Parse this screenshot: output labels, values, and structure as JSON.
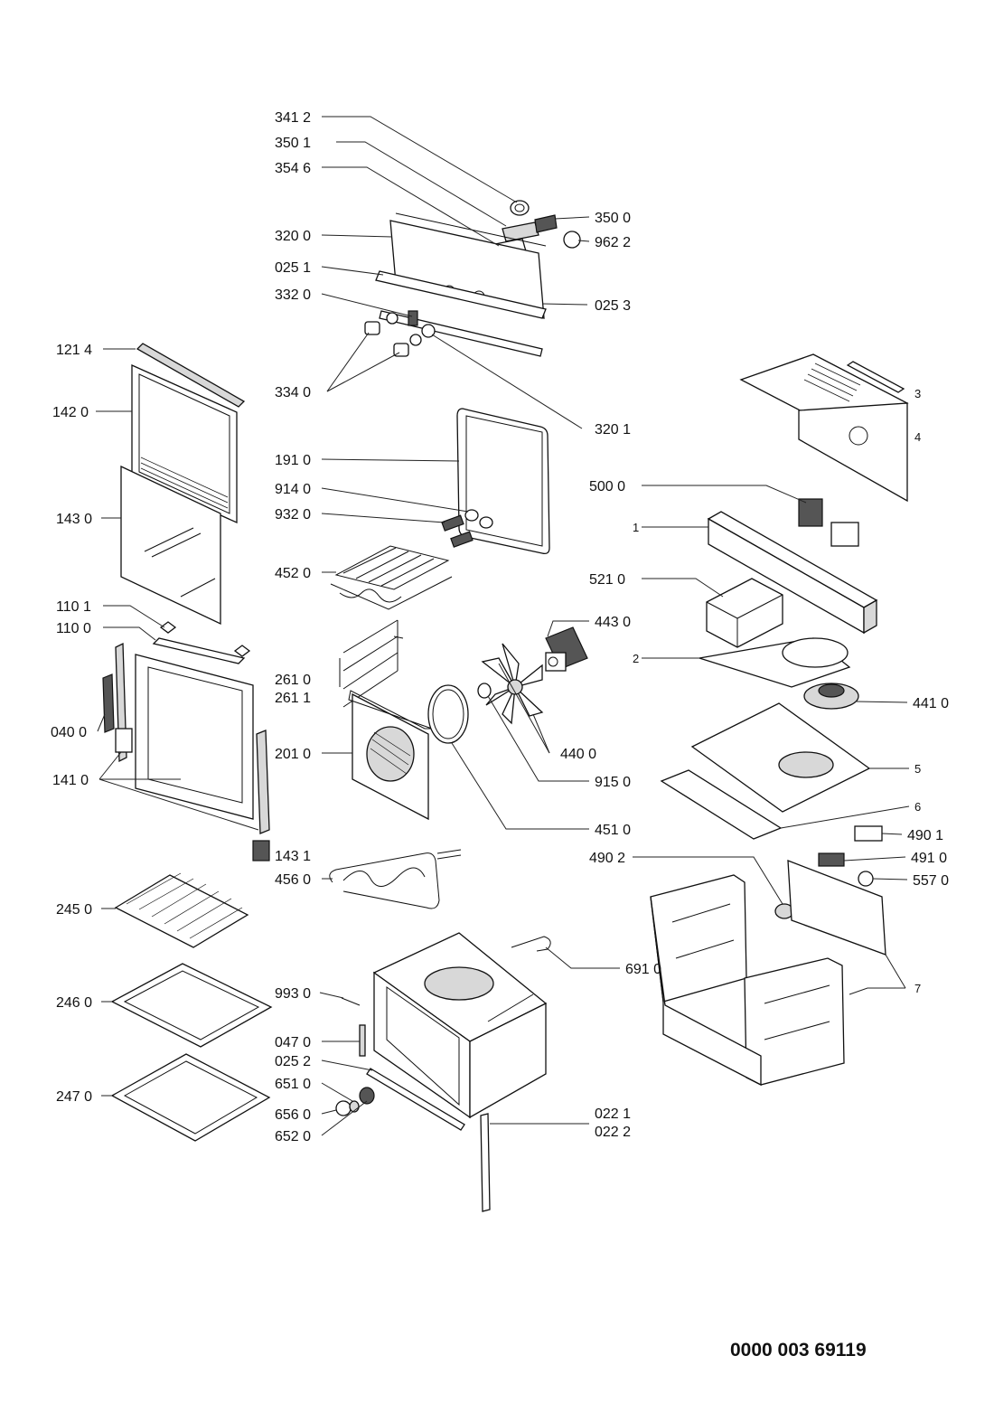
{
  "doc_code": "0000 003 69119",
  "labels": {
    "l3412": "341 2",
    "l3501": "350 1",
    "l3546": "354 6",
    "l3500": "350 0",
    "l9622": "962 2",
    "l3200": "320 0",
    "l0251": "025 1",
    "l0253": "025 3",
    "l3320": "332 0",
    "l1214": "121 4",
    "l3340": "334 0",
    "l3201": "320 1",
    "l1420": "142 0",
    "l1910": "191 0",
    "l9140": "914 0",
    "l9320": "932 0",
    "l1430": "143 0",
    "l4520": "452 0",
    "l5000": "500 0",
    "l5210": "521 0",
    "l4430": "443 0",
    "l1101": "110 1",
    "l1100": "110 0",
    "l2610": "261 0",
    "l2611": "261 1",
    "l4410": "441 0",
    "l0400": "040 0",
    "l2010": "201 0",
    "l4400": "440 0",
    "l1410": "141 0",
    "l9150": "915 0",
    "l4510": "451 0",
    "l1431": "143 1",
    "l4901": "490 1",
    "l4902": "490 2",
    "l4910": "491 0",
    "l4560": "456 0",
    "l5570": "557 0",
    "l2450": "245 0",
    "l6910": "691 0",
    "l2460": "246 0",
    "l9930": "993 0",
    "l0470": "047 0",
    "l0252": "025 2",
    "l6510": "651 0",
    "l2470": "247 0",
    "l6560": "656 0",
    "l0221": "022 1",
    "l6520": "652 0",
    "l0222": "022 2",
    "n1": "1",
    "n2": "2",
    "n3": "3",
    "n4": "4",
    "n5": "5",
    "n6": "6",
    "n7": "7"
  }
}
